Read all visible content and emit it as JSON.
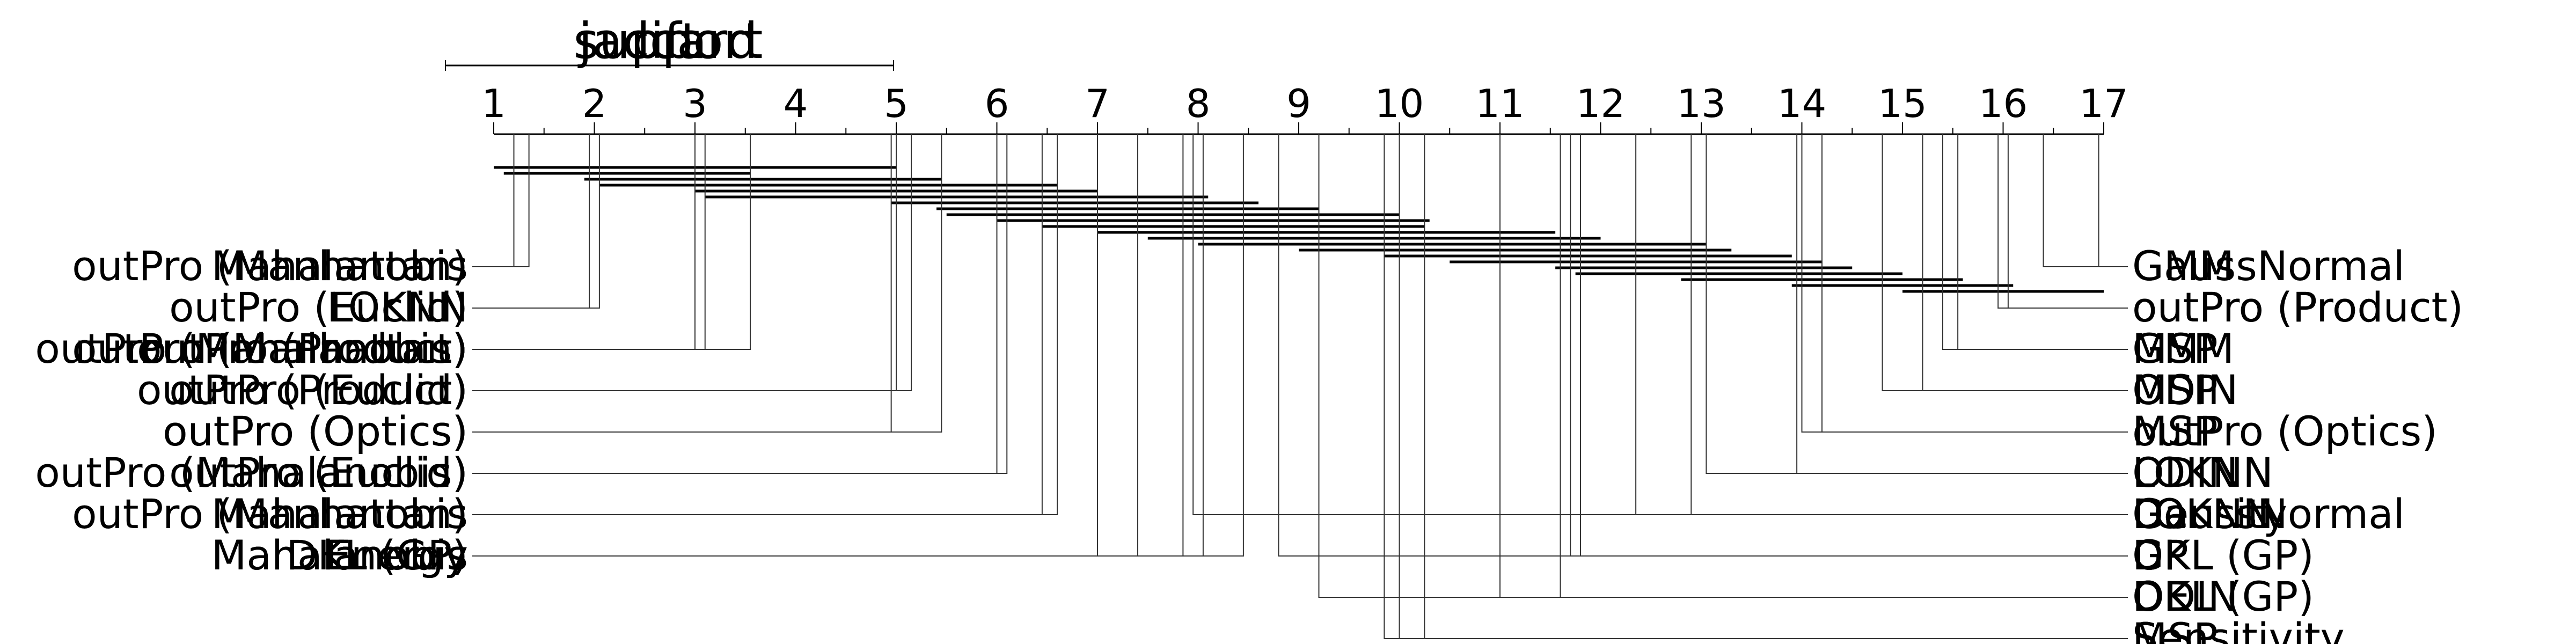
{
  "chart_data": {
    "type": "critical-difference",
    "axis": {
      "min": 1,
      "max": 17
    },
    "overlay_titles": [
      "support",
      "jaccard",
      "lift"
    ],
    "left_methods": [
      {
        "name": "outPro (Manhattan)",
        "rank": 1.2
      },
      {
        "name": "Mahalanobis",
        "rank": 1.35
      },
      {
        "name": "outPro (Euclid)",
        "rank": 1.95
      },
      {
        "name": "LOKNN",
        "rank": 2.05
      },
      {
        "name": "outPro (Mahalanobis)",
        "rank": 3.0
      },
      {
        "name": "outPro (Product)",
        "rank": 3.1
      },
      {
        "name": "outPro (Manhattan)",
        "rank": 3.55
      },
      {
        "name": "outPro (Euclid)",
        "rank": 5.0
      },
      {
        "name": "outPro (Product)",
        "rank": 5.15
      },
      {
        "name": "outPro (Optics)",
        "rank": 4.95
      },
      {
        "name": "outPro (Optics)",
        "rank": 5.45
      },
      {
        "name": "outPro (Mahalanobis)",
        "rank": 6.0
      },
      {
        "name": "outPro (Euclid)",
        "rank": 6.1
      },
      {
        "name": "outPro (Manhattan)",
        "rank": 6.45
      },
      {
        "name": "Mahalanobis",
        "rank": 6.6
      },
      {
        "name": "Energy",
        "rank": 7.0
      },
      {
        "name": "Mahalanobis",
        "rank": 7.4
      },
      {
        "name": "DKL (GP)",
        "rank": 8.05
      },
      {
        "name": "Mahalanobis",
        "rank": 8.45
      },
      {
        "name": "Energy",
        "rank": 7.85
      }
    ],
    "right_methods": [
      {
        "name": "GMM",
        "rank": 16.95
      },
      {
        "name": "GaussNormal",
        "rank": 16.4
      },
      {
        "name": "outPro (Product)",
        "rank": 15.95
      },
      {
        "name": "outPro (Product)",
        "rank": 16.05
      },
      {
        "name": "GMM",
        "rank": 15.55
      },
      {
        "name": "MSP",
        "rank": 15.4
      },
      {
        "name": "ODIN",
        "rank": 15.2
      },
      {
        "name": "MSP",
        "rank": 14.8
      },
      {
        "name": "outPro (Optics)",
        "rank": 14.2
      },
      {
        "name": "MSP",
        "rank": 14.0
      },
      {
        "name": "ODIN",
        "rank": 13.95
      },
      {
        "name": "LOKNN",
        "rank": 13.05
      },
      {
        "name": "GaussNormal",
        "rank": 12.9
      },
      {
        "name": "LOKNN",
        "rank": 12.35
      },
      {
        "name": "GP",
        "rank": 11.8
      },
      {
        "name": "GP",
        "rank": 11.7
      },
      {
        "name": "OE",
        "rank": 11.6
      },
      {
        "name": "ODIN",
        "rank": 11.0
      },
      {
        "name": "Sensitivity",
        "rank": 10.25
      },
      {
        "name": "MSP",
        "rank": 10.0
      },
      {
        "name": "Sensitivity",
        "rank": 9.85
      },
      {
        "name": "DKL (GP)",
        "rank": 9.2
      },
      {
        "name": "DKL (GP)",
        "rank": 8.8
      },
      {
        "name": "Density",
        "rank": 7.95
      }
    ],
    "cliques": [
      [
        1.0,
        5.0
      ],
      [
        1.1,
        3.55
      ],
      [
        1.9,
        5.45
      ],
      [
        2.05,
        6.6
      ],
      [
        3.0,
        7.0
      ],
      [
        3.1,
        8.1
      ],
      [
        4.95,
        8.6
      ],
      [
        5.4,
        9.2
      ],
      [
        5.5,
        10.0
      ],
      [
        6.0,
        10.3
      ],
      [
        6.45,
        10.25
      ],
      [
        7.0,
        11.55
      ],
      [
        7.5,
        12.0
      ],
      [
        8.0,
        13.05
      ],
      [
        9.0,
        13.3
      ],
      [
        9.85,
        13.9
      ],
      [
        10.5,
        14.2
      ],
      [
        11.55,
        14.5
      ],
      [
        11.75,
        15.0
      ],
      [
        12.8,
        15.6
      ],
      [
        13.9,
        16.1
      ],
      [
        15.0,
        17.0
      ]
    ]
  }
}
